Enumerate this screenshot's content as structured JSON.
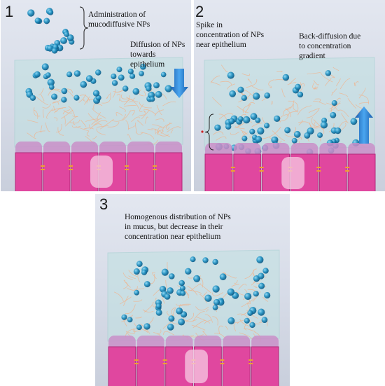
{
  "colors": {
    "background": "#d6dbe7",
    "mucus_box": "#bfe1e1",
    "nanoparticle": "#1f8fc0",
    "mucin_fibers": "#f2b28a",
    "epithelium": "#e0479f",
    "tight_junction": "#f0a030",
    "arrow": "#2b7fd0"
  },
  "panels": [
    {
      "number": "1",
      "captions": {
        "administration": "Administration of\nmucodiffusive NPs",
        "diffusion": "Diffusion of NPs\ntowards epithelium"
      },
      "arrow_direction": "down",
      "icons": [
        "nanoparticle-cluster-icon",
        "curly-brace-icon",
        "down-arrow-icon"
      ]
    },
    {
      "number": "2",
      "captions": {
        "spike": "Spike in\nconcentration of NPs\nnear epithelium",
        "back_diffusion": "Back-diffusion due\nto concentration\ngradient"
      },
      "arrow_direction": "up",
      "icons": [
        "curly-brace-icon",
        "up-arrow-icon"
      ]
    },
    {
      "number": "3",
      "captions": {
        "homogenous": "Homogenous distribution of NPs\nin mucus, but decrease in their\nconcentration near epithelium"
      },
      "arrow_direction": "none"
    }
  ]
}
